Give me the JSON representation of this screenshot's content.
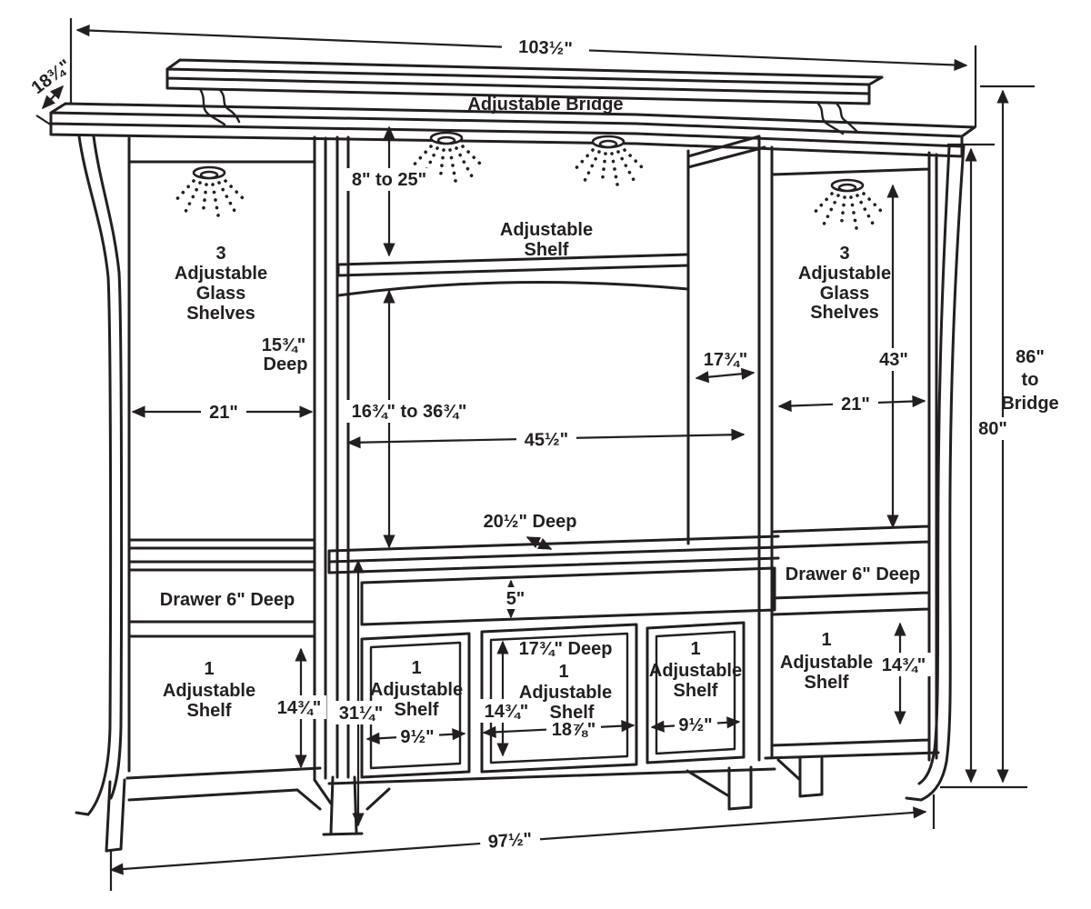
{
  "diagram": {
    "type": "furniture-dimension-drawing",
    "ink_color": "#231f20",
    "background_color": "#ffffff",
    "bridge": {
      "label": "Adjustable Bridge",
      "overall_width": "103½\"",
      "depth": "18¾\"",
      "height_to_bridge": [
        "86\"",
        "to",
        "Bridge"
      ]
    },
    "unit": {
      "height": "80\"",
      "base_width": "97½\""
    },
    "left_tower": {
      "glass_shelves": [
        "3",
        "Adjustable",
        "Glass",
        "Shelves"
      ],
      "glass_depth": [
        "15¾\"",
        "Deep"
      ],
      "interior_width": "21\"",
      "drawer": "Drawer 6\" Deep",
      "door_shelf": [
        "1",
        "Adjustable",
        "Shelf"
      ],
      "door_interior_height": "14¾\""
    },
    "center": {
      "shelf_travel": "8\" to 25\"",
      "shelf_label": [
        "Adjustable",
        "Shelf"
      ],
      "opening_height": "16¾\" to 36¾\"",
      "opening_width": "45½\"",
      "side_depth": "17¾\"",
      "base_depth": "20½\" Deep",
      "drawer_height": "5\"",
      "base_height": "31¼\"",
      "left_door": {
        "shelf": [
          "1",
          "Adjustable",
          "Shelf"
        ],
        "width": "9½\""
      },
      "center_door": {
        "depth": "17¾\" Deep",
        "shelf": [
          "1",
          "Adjustable",
          "Shelf"
        ],
        "height": "14¾\"",
        "width": "18⅞\""
      },
      "right_door": {
        "shelf": [
          "1",
          "Adjustable",
          "Shelf"
        ],
        "width": "9½\""
      }
    },
    "right_tower": {
      "glass_shelves": [
        "3",
        "Adjustable",
        "Glass",
        "Shelves"
      ],
      "glass_height": "43\"",
      "interior_width": "21\"",
      "drawer": "Drawer 6\" Deep",
      "door_shelf": [
        "1",
        "Adjustable",
        "Shelf"
      ],
      "door_interior_height": "14¾\""
    }
  }
}
